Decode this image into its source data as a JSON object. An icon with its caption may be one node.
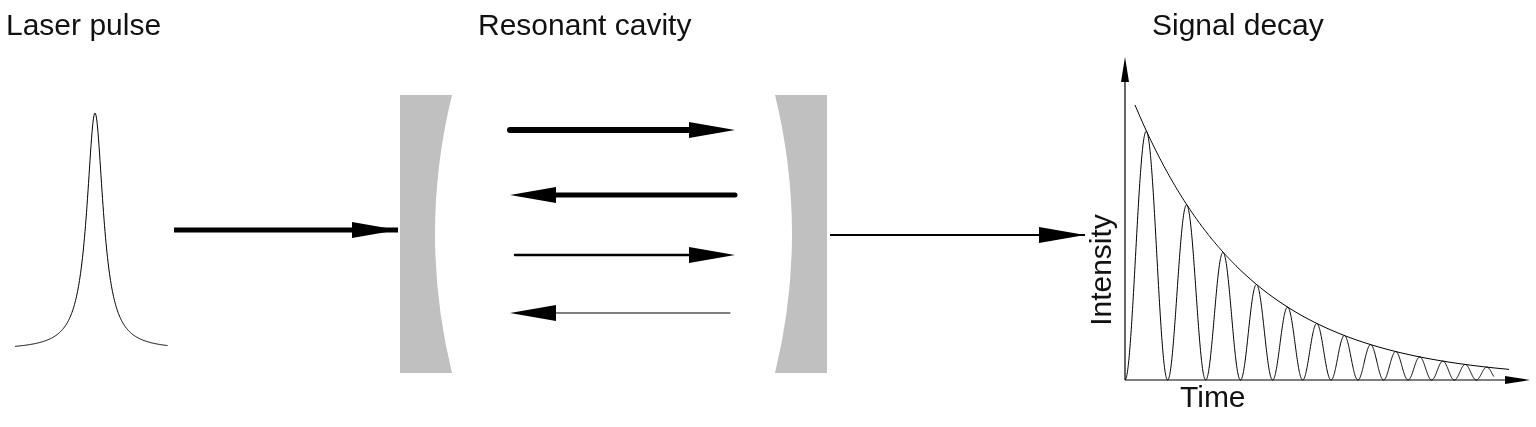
{
  "diagram": {
    "nodes": [
      {
        "text": [
          "Laser pulse"
        ]
      },
      {
        "text": [
          "Resonant cavity"
        ]
      },
      {
        "text": [
          "Signal decay"
        ],
        "beside": [
          "Intensity",
          "Time"
        ]
      }
    ],
    "edges": [
      {
        "from": 0,
        "to": 1,
        "arrow": "to",
        "style": "thick"
      },
      {
        "from": 1,
        "to": 2,
        "arrow": "to"
      }
    ]
  }
}
